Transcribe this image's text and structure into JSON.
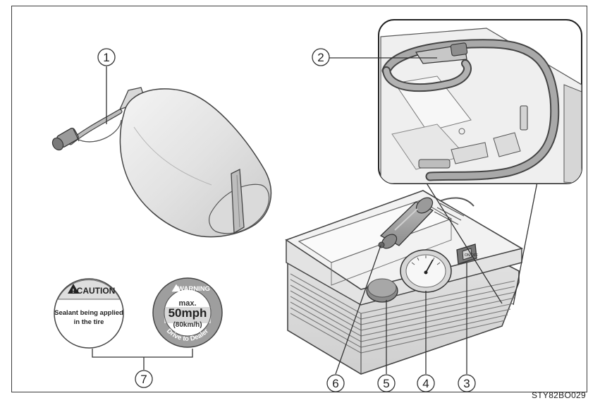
{
  "figure_code": "STY82BO029",
  "callouts": [
    "1",
    "2",
    "3",
    "4",
    "5",
    "6",
    "7"
  ],
  "labels": {
    "caution_title": "CAUTION",
    "caution_line1": "Sealant being applied",
    "caution_line2": "in the tire",
    "warning_title": "WARNING",
    "warning_max": "max.",
    "warning_speed": "50mph",
    "warning_kmh": "(80km/h)",
    "warning_footer": "Drive to Dealer",
    "switch_text": "ON/OFF"
  }
}
